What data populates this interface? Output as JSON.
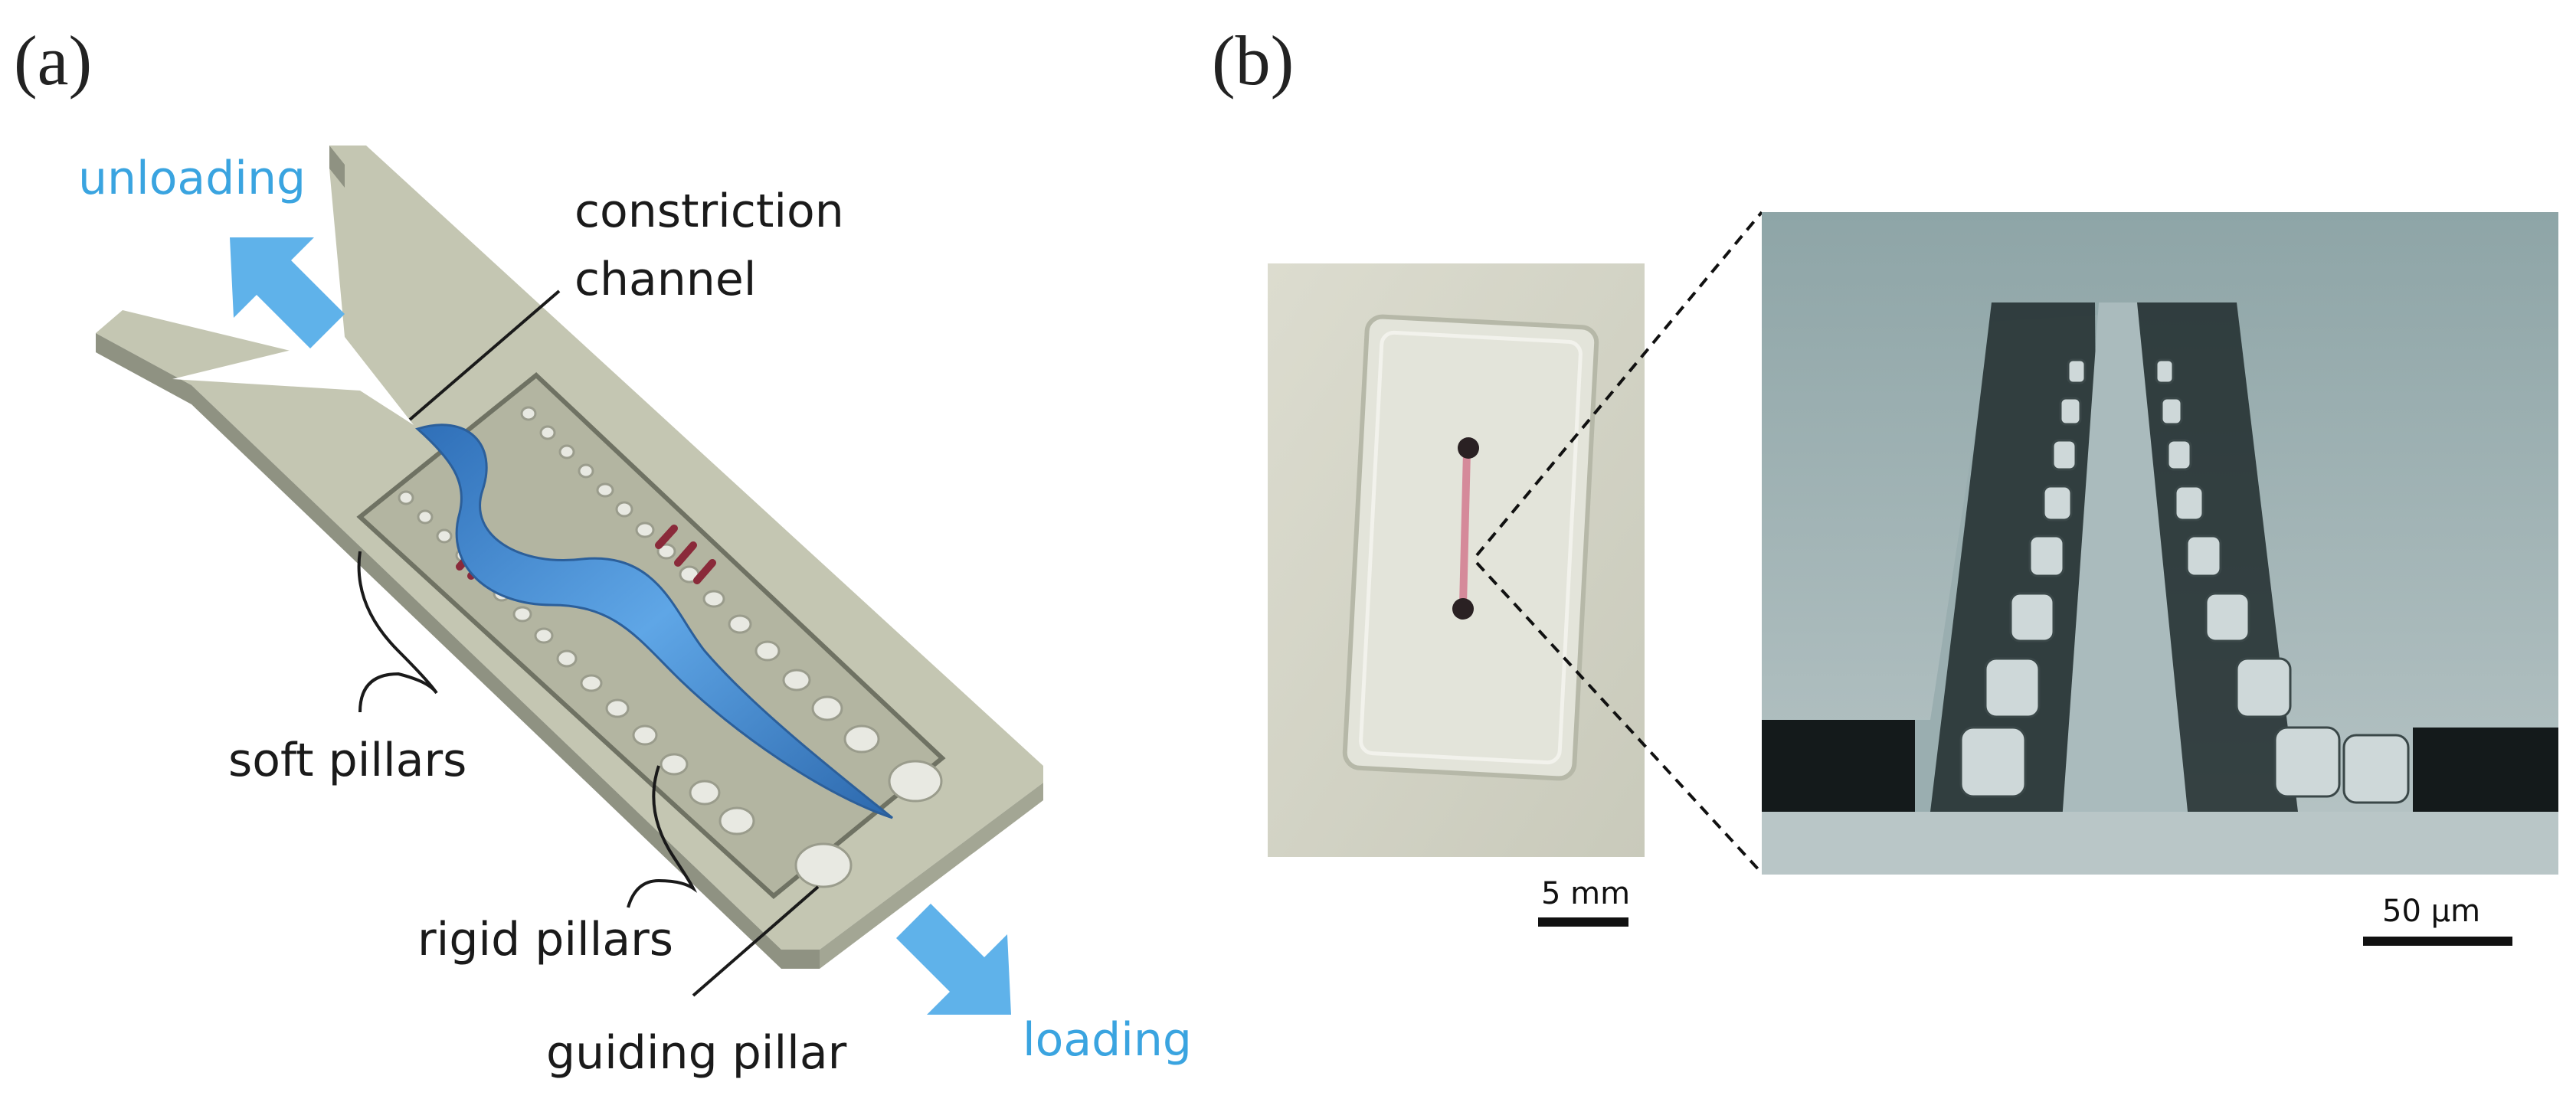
{
  "panels": {
    "a": {
      "label": "(a)",
      "labels": {
        "unloading": "unloading",
        "constriction_line1": "constriction",
        "constriction_line2": "channel",
        "soft_pillars": "soft pillars",
        "rigid_pillars": "rigid pillars",
        "guiding_pillar": "guiding pillar",
        "loading": "loading"
      },
      "icons": [
        "unloading-arrow-icon",
        "loading-arrow-icon",
        "worm"
      ]
    },
    "b": {
      "label": "(b)",
      "photo_scale": "5 mm",
      "sem_scale": "50 µm"
    }
  },
  "colors": {
    "chip": "#c6c8b4",
    "chip_dark": "#8d8f80",
    "worm": "#4d94d6",
    "arrow": "#5fb2ea",
    "accent_text": "#3aa4e0",
    "sem": "#8aa0a2"
  }
}
